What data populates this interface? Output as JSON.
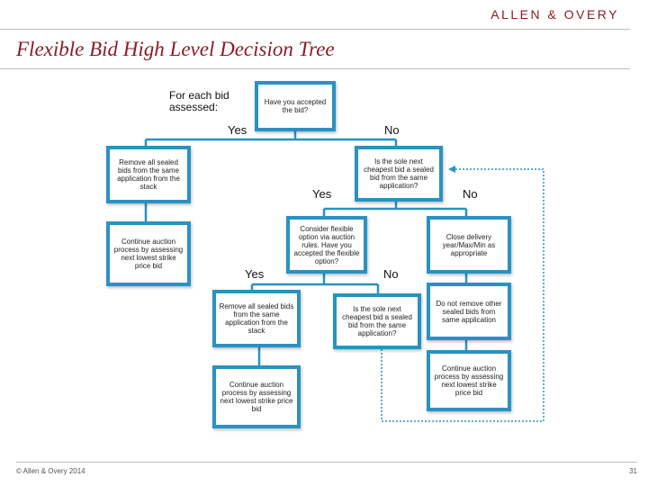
{
  "header": {
    "logo_text": "ALLEN & OVERY"
  },
  "title": "Flexible Bid High Level Decision Tree",
  "diagram": {
    "prompt": "For each bid assessed:",
    "labels": {
      "yes": "Yes",
      "no": "No"
    },
    "boxes": {
      "q_accepted": "Have you accepted the bid?",
      "remove_sealed_1": "Remove all sealed bids from the same application from the stack",
      "continue_1": "Continue auction process by assessing next lowest strike price bid",
      "q_sole_cheapest_1": "Is the sole next cheapest bid a sealed bid from the same application?",
      "consider_flexible": "Consider flexible option via auction rules. Have you accepted the flexible option?",
      "close_delivery": "Close delivery year/Max/Min as appropriate",
      "remove_sealed_2": "Remove all sealed bids from the same application from the stack",
      "continue_2": "Continue auction process by assessing next lowest strike price bid",
      "q_sole_cheapest_2": "Is the sole next cheapest bid a sealed bid from the same application?",
      "do_not_remove": "Do not remove other sealed bids from same application",
      "continue_3": "Continue auction process by assessing next lowest strike price bid"
    },
    "colors": {
      "box_border": "#2a92c2",
      "connector": "#2a92c2"
    }
  },
  "footer": {
    "copyright": "© Allen & Overy 2014",
    "page_number": "31"
  }
}
